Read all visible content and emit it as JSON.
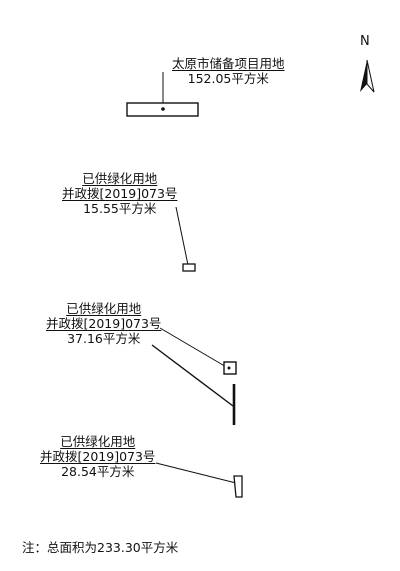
{
  "north": {
    "letter": "N"
  },
  "parcels": [
    {
      "name": "太原市储备项目用地",
      "area": "152.05平方米"
    },
    {
      "name": "已供绿化用地",
      "doc": "并政拨[2019]073号",
      "area": "15.55平方米"
    },
    {
      "name": "已供绿化用地",
      "doc": "并政拨[2019]073号",
      "area": "37.16平方米"
    },
    {
      "name": "已供绿化用地",
      "doc": "并政拨[2019]073号",
      "area": "28.54平方米"
    }
  ],
  "note": "注：总面积为233.30平方米",
  "colors": {
    "ink": "#111111",
    "paper": "#ffffff"
  }
}
